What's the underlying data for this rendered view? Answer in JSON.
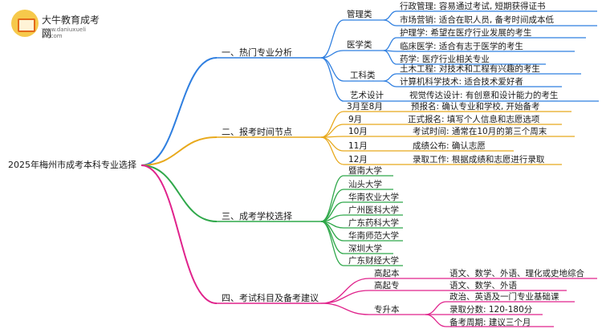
{
  "logo": {
    "title": "大牛教育成考网",
    "url": "www.daniuxueli ao.com"
  },
  "root": "2025年梅州市成考本科专业选择",
  "branches": [
    {
      "label": "一、热门专业分析",
      "color": "#2f7fe0",
      "groups": [
        {
          "label": "管理类",
          "items": [
            "行政管理: 容易通过考试, 短期获得证书",
            "市场营销: 适合在职人员, 备考时间成本低"
          ]
        },
        {
          "label": "医学类",
          "items": [
            "护理学: 希望在医疗行业发展的考生",
            "临床医学: 适合有志于医学的考生",
            "药学: 医疗行业相关专业"
          ]
        },
        {
          "label": "工科类",
          "items": [
            "土木工程: 对技术和工程有兴趣的考生",
            "计算机科学技术: 适合技术爱好者"
          ]
        },
        {
          "label": "艺术设计",
          "items": [
            "视觉传达设计: 有创意和设计能力的考生"
          ]
        }
      ]
    },
    {
      "label": "二、报考时间节点",
      "color": "#e8a91c",
      "timeline": [
        {
          "time": "3月至8月",
          "desc": "预报名: 确认专业和学校, 开始备考"
        },
        {
          "time": "9月",
          "desc": "正式报名: 填写个人信息和志愿选项"
        },
        {
          "time": "10月",
          "desc": "考试时间: 通常在10月的第三个周末"
        },
        {
          "time": "11月",
          "desc": "成绩公布: 确认志愿"
        },
        {
          "time": "12月",
          "desc": "录取工作: 根据成绩和志愿进行录取"
        }
      ]
    },
    {
      "label": "三、成考学校选择",
      "color": "#2fa84a",
      "schools": [
        "暨南大学",
        "汕头大学",
        "华南农业大学",
        "广州医科大学",
        "广东药科大学",
        "华南师范大学",
        "深圳大学",
        "广东财经大学"
      ]
    },
    {
      "label": "四、考试科目及备考建议",
      "color": "#e0238c",
      "subjects": [
        {
          "label": "高起本",
          "items": [
            "语文、数学、外语、理化或史地综合"
          ]
        },
        {
          "label": "高起专",
          "items": [
            "语文、数学、外语"
          ]
        },
        {
          "label": "专升本",
          "items": [
            "政治、英语及一门专业基础课",
            "录取分数: 120-180分",
            "备考周期: 建议三个月"
          ]
        }
      ]
    }
  ]
}
